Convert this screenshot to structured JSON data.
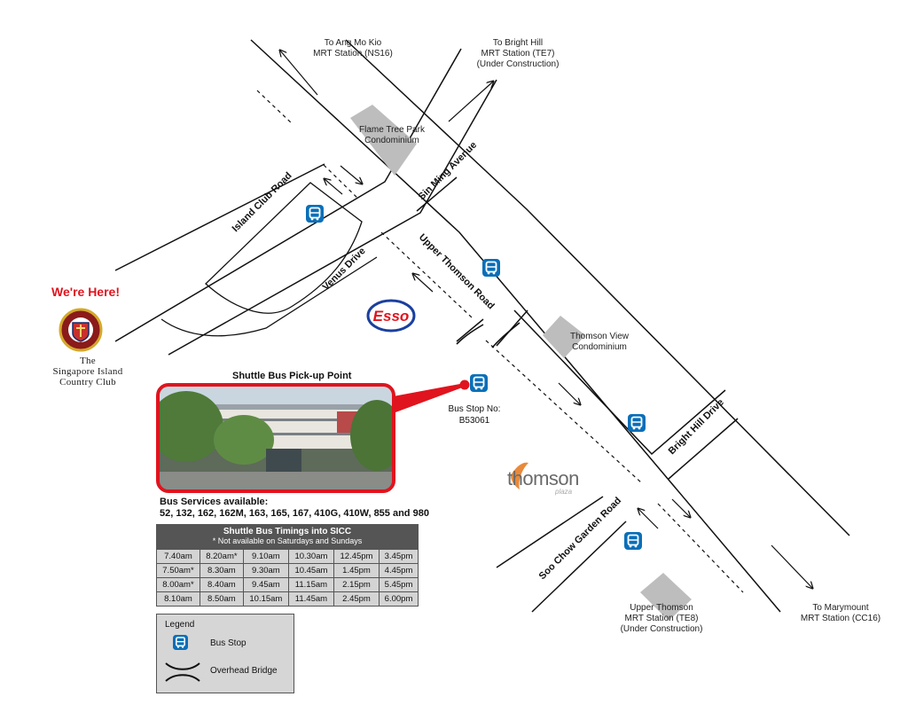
{
  "destinations": {
    "amk": [
      "To Ang Mo Kio",
      "MRT Station (NS16)"
    ],
    "bright_hill": [
      "To Bright Hill",
      "MRT Station (TE7)",
      "(Under Construction)"
    ],
    "marymount": [
      "To Marymount",
      "MRT Station (CC16)"
    ],
    "upper_thomson": [
      "Upper Thomson",
      "MRT Station (TE8)",
      "(Under Construction)"
    ]
  },
  "roads": {
    "island_club": "Island Club Road",
    "sin_ming": "Sin Ming Avenue",
    "upper_thomson": "Upper Thomson Road",
    "venus": "Venus Drive",
    "bright_hill": "Bright Hill Drive",
    "soo_chow": "Soo Chow Garden Road"
  },
  "landmarks": {
    "flame_tree": [
      "Flame Tree Park",
      "Condominium"
    ],
    "thomson_view": [
      "Thomson View",
      "Condominium"
    ],
    "esso": "Esso",
    "thomson_plaza": "thomson",
    "thomson_plaza_sub": "plaza"
  },
  "we_are_here": "We're Here!",
  "club_name": [
    "The",
    "Singapore Island",
    "Country Club"
  ],
  "pickup_title": "Shuttle Bus Pick-up Point",
  "bus_stop_label": [
    "Bus Stop No:",
    "B53061"
  ],
  "bus_services": {
    "title": "Bus Services available:",
    "list": "52, 132, 162, 162M, 163, 165, 167, 410G, 410W, 855 and 980"
  },
  "timings": {
    "title": "Shuttle Bus Timings into SICC",
    "note": "* Not available on Saturdays and Sundays",
    "rows": [
      [
        "7.40am",
        "8.20am*",
        "9.10am",
        "10.30am",
        "12.45pm",
        "3.45pm"
      ],
      [
        "7.50am*",
        "8.30am",
        "9.30am",
        "10.45am",
        "1.45pm",
        "4.45pm"
      ],
      [
        "8.00am*",
        "8.40am",
        "9.45am",
        "11.15am",
        "2.15pm",
        "5.45pm"
      ],
      [
        "8.10am",
        "8.50am",
        "10.15am",
        "11.45am",
        "2.45pm",
        "6.00pm"
      ]
    ]
  },
  "legend": {
    "title": "Legend",
    "bus_stop": "Bus Stop",
    "bridge": "Overhead Bridge"
  },
  "colors": {
    "accent_red": "#e0141e",
    "bus_icon_blue": "#0a6fb8",
    "building_grey": "#bdbdbd",
    "esso_red": "#e0141e",
    "esso_blue": "#1a3f9e"
  }
}
